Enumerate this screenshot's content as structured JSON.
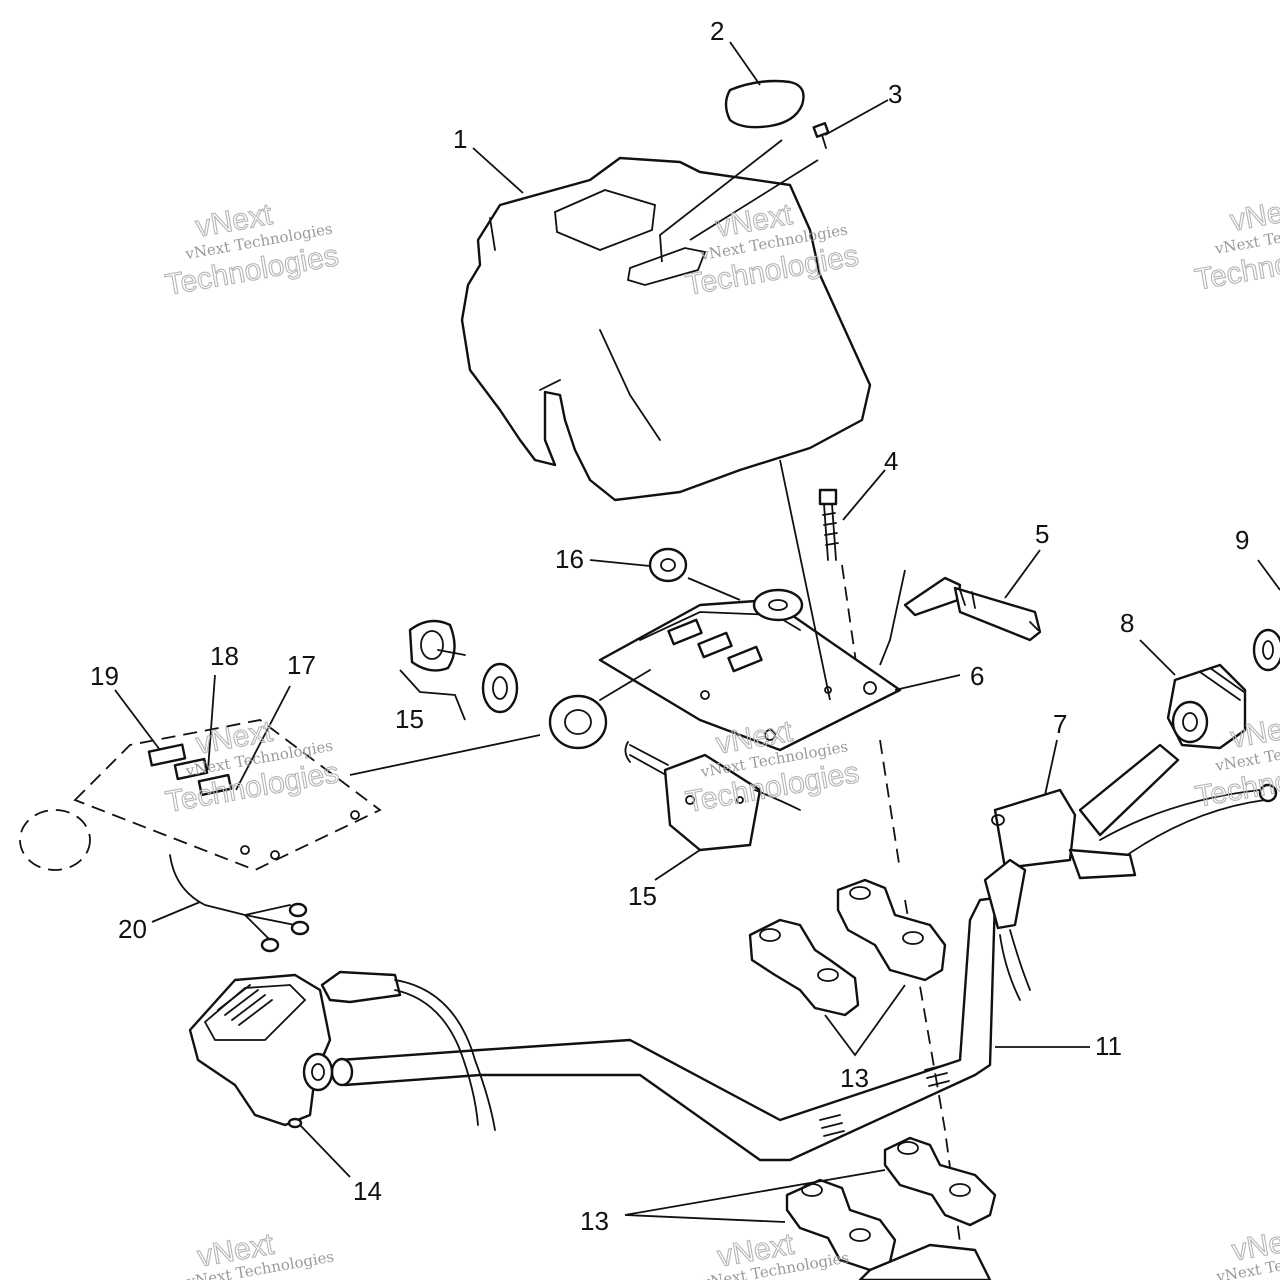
{
  "watermark": {
    "line1": "vNext",
    "line2": "vNext Technologies",
    "line3": "Technologies"
  },
  "callouts": {
    "c1": "1",
    "c2": "2",
    "c3": "3",
    "c4": "4",
    "c5": "5",
    "c6": "6",
    "c7": "7",
    "c8": "8",
    "c9": "9",
    "c11": "11",
    "c13a": "13",
    "c13b": "13",
    "c14": "14",
    "c15a": "15",
    "c15b": "15",
    "c16": "16",
    "c17": "17",
    "c18": "18",
    "c19": "19",
    "c20": "20"
  }
}
